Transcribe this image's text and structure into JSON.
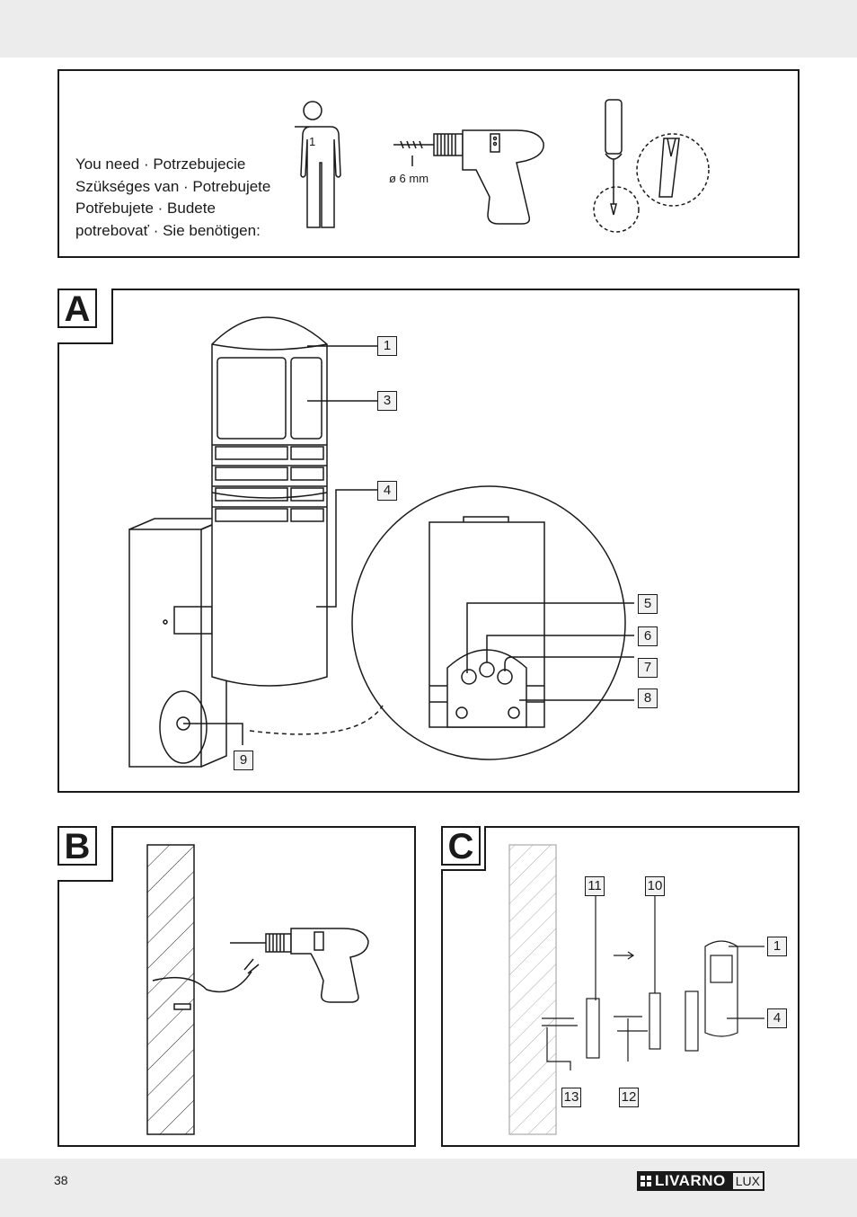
{
  "header_band": {},
  "needs_box": {
    "lines": [
      "You need · Potrzebujecie",
      "Szükséges van · Potrebujete",
      "Potřebujete · Budete",
      "potrebovať · Sie benötigen:"
    ],
    "person_count": "1",
    "drill_bit_label": "ø 6 mm"
  },
  "panel_a": {
    "letter": "A",
    "callouts": [
      "1",
      "3",
      "4",
      "5",
      "6",
      "7",
      "8",
      "9"
    ]
  },
  "panel_b": {
    "letter": "B"
  },
  "panel_c": {
    "letter": "C",
    "callouts": [
      "11",
      "10",
      "1",
      "4",
      "13",
      "12"
    ]
  },
  "footer": {
    "page_number": "38",
    "brand": "LIVARNO",
    "brand_suffix": "LUX"
  }
}
